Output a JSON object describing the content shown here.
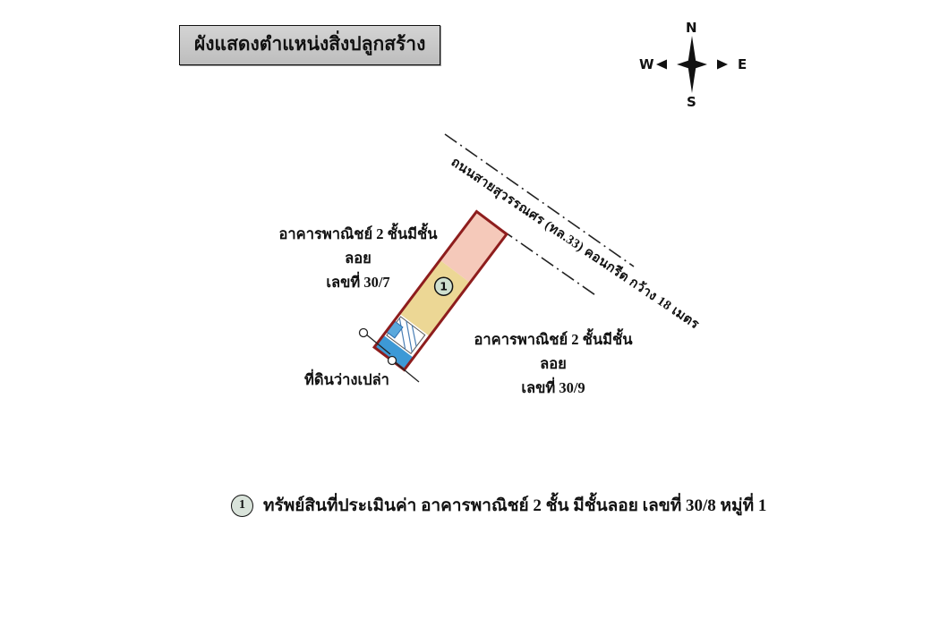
{
  "title": "ผังแสดงตำแหน่งสิ่งปลูกสร้าง",
  "compass": {
    "north": "N",
    "east": "E",
    "south": "S",
    "west": "W"
  },
  "road": {
    "label": "ถนนสายสุวรรณศร (ทล.33) คอนกรีต กว้าง 18 เมตร"
  },
  "parcel": {
    "marker": "1",
    "colors": {
      "border": "#8e1d1d",
      "section_top": "#f5c9ba",
      "section_middle": "#ecd795",
      "section_bottom": "#3d99d6",
      "marker_fill": "#cfe0cf"
    }
  },
  "labels": {
    "building_left": {
      "line1": "อาคารพาณิชย์ 2 ชั้นมีชั้นลอย",
      "line2": "เลขที่ 30/7"
    },
    "building_right": {
      "line1": "อาคารพาณิชย์ 2 ชั้นมีชั้นลอย",
      "line2": "เลขที่ 30/9"
    },
    "vacant_land": "ที่ดินว่างเปล่า"
  },
  "legend": {
    "marker": "1",
    "text": "ทรัพย์สินที่ประเมินค่า อาคารพาณิชย์ 2 ชั้น มีชั้นลอย เลขที่ 30/8 หมู่ที่ 1"
  }
}
